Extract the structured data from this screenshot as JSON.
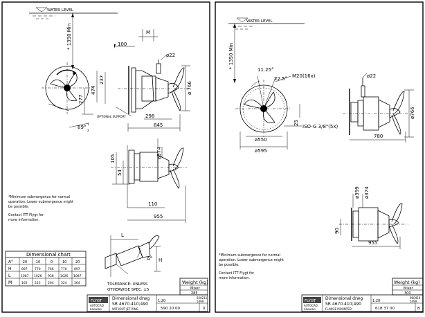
{
  "left": {
    "water_level": "WATER LEVEL",
    "submergence": "* 1350 Min",
    "dims": {
      "m": "M",
      "d100": "100",
      "d22": "ø22",
      "d237": "237",
      "d474": "474",
      "d277": "277",
      "d766": "ø 766",
      "optional_support": "OPTIONAL SUPPORT",
      "angle": "89°",
      "angle_frac": "1",
      "angle_frac2": "2",
      "d298": "298",
      "d845": "845",
      "d374": "ø374",
      "d105": "105",
      "d54": "54",
      "d110": "110",
      "d955": "955",
      "l": "L",
      "a": "A°",
      "h": "H"
    },
    "note": [
      "*Minimum submergence for normal",
      "operation. Lower submergence might",
      "be possible.",
      "",
      "Contact ITT Flygt for",
      "more information."
    ],
    "chart": {
      "title": "Dimensional chart",
      "rows": [
        [
          "A°",
          "-20",
          "-10",
          "0",
          "10",
          "20"
        ],
        [
          "H",
          "897",
          "770",
          "766",
          "770",
          "897"
        ],
        [
          "L",
          "1087",
          "1026",
          "938",
          "1026",
          "1087"
        ],
        [
          "M",
          "162",
          "213",
          "264",
          "324",
          "364"
        ]
      ]
    },
    "tolerance": "TOLERANCE: UNLESS",
    "tolerance2": "OTHERWISE SPEC. ±5",
    "weight": {
      "header": "Weight (kg)",
      "label": "Mixer",
      "value": "285"
    },
    "titleblock": {
      "logo": "FLYGT",
      "autocad": "AUTOCAD",
      "drawing": "DRAWING",
      "name": "Dimensional drwg",
      "model": "SR 4670.410;490",
      "sub": "WITHOUT JET RING",
      "scale": "1:20",
      "number": "590 20 00",
      "rev": "0",
      "date": "920211",
      "ref": "5499"
    }
  },
  "right": {
    "water_level": "WATER LEVEL",
    "submergence": "* 1350 Min",
    "dims": {
      "a11": "11.25°",
      "a22": "22.5°",
      "m20": "M20(16x)",
      "d22": "ø22",
      "d766": "ø766",
      "d25": "25",
      "iso": "ISO-G 3/8\"(5x)",
      "d550": "ø550",
      "d595": "ø595",
      "d780": "780",
      "d399": "ø399",
      "d374": "ø374",
      "d90": "90",
      "d955": "955"
    },
    "note": [
      "*Minimum submergence for normal",
      "operation. Lower submergence might",
      "be possible.",
      "",
      "Contact ITT Flygt for",
      "more information."
    ],
    "weight": {
      "header": "Weight (kg)",
      "label": "Mixer",
      "value": "300"
    },
    "titleblock": {
      "logo": "FLYGT",
      "autocad": "AUTOCAD",
      "drawing": "DRAWING",
      "name": "Dimensional drwg",
      "model": "SR 4670.410;490",
      "sub": "FLANGE MOUNTED",
      "scale": "1:20",
      "number": "618 37 00",
      "rev": "B",
      "date": "960410",
      "ref": "5499"
    }
  }
}
